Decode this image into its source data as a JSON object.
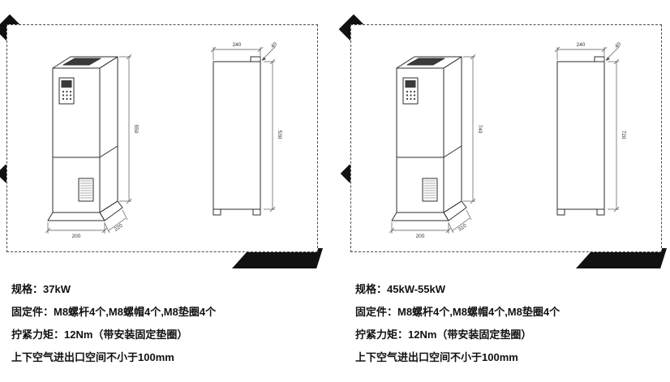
{
  "panels": [
    {
      "name": "37kW-unit",
      "dims": {
        "persp_height": "550",
        "front_width": "200",
        "side_depth": "220",
        "sv_top": "240",
        "sv_angle": "40",
        "sv_height": "530"
      },
      "specs": [
        "规格：37kW",
        "固定件：M8螺杆4个,M8螺帽4个,M8垫圈4个",
        "拧紧力矩：12Nm（带安装固定垫圈）",
        "上下空气进出口空间不小于100mm"
      ]
    },
    {
      "name": "45kW-55kW-unit",
      "dims": {
        "persp_height": "740",
        "front_width": "200",
        "side_depth": "310",
        "sv_top": "240",
        "sv_angle": "40",
        "sv_height": "720"
      },
      "specs": [
        "规格：45kW-55kW",
        "固定件：M8螺杆4个,M8螺帽4个,M8垫圈4个",
        "拧紧力矩：12Nm（带安装固定垫圈）",
        "上下空气进出口空间不小于100mm"
      ]
    }
  ]
}
